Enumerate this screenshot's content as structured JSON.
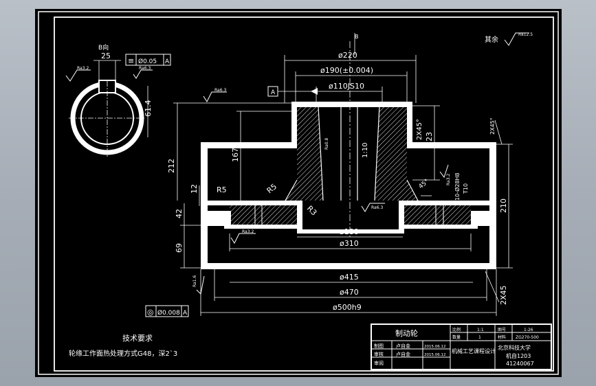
{
  "view_label": "B向",
  "section_arrow": "B",
  "remainder_label": "其余",
  "roughness": {
    "general": "Ra12.5",
    "keyway_left": "Ra3.2",
    "keyway_right": "Ra6.3",
    "bore_top": "Ra6.3",
    "bore_inner": "Ra0.8",
    "flange_step": "Ra6.3",
    "bottom_left": "Ra3.2",
    "right_face": "Ra3.2",
    "bottom_face": "Ra1.6"
  },
  "datum": "A",
  "tolerances": {
    "symmetry": {
      "symbol": "≡",
      "value": "Ø0.05",
      "datum": "A"
    },
    "runout": {
      "symbol": "◎",
      "value": "Ø0.008",
      "datum": "A"
    }
  },
  "dimensions": {
    "keyway_width": "25",
    "keyway_depth": "61.4",
    "d220": "ø220",
    "d190": "ø190(±0.004)",
    "d110": "ø110JS10",
    "d180": "ø180",
    "d310": "ø310",
    "d415": "ø415",
    "d470": "ø470",
    "d500": "ø500h9",
    "h212": "212",
    "h167": "167",
    "h12": "12",
    "h42": "42",
    "h69": "69",
    "h23": "23",
    "h210": "210",
    "r5_left": "R5",
    "r5_mid": "R5",
    "r3": "R3",
    "taper": "1:10",
    "chamfer_top": "2X45°",
    "chamfer_right_top": "2X45°",
    "chamfer_right_bottom": "2X45",
    "angle45": "45°",
    "hole_note": "10-Ø28H8",
    "t10": "T10"
  },
  "tech_requirements": {
    "heading": "技术要求",
    "line1": "轮缘工作面热处理方式G48，深2`3"
  },
  "title_block": {
    "part_name": "制动轮",
    "scale_label": "比例",
    "scale_value": "1:1",
    "sheet_label": "图号",
    "sheet_value": "1-26",
    "quantity_label": "数量",
    "quantity_value": "1",
    "material_label": "材料",
    "material_value": "ZG270-500",
    "designer_role": "制图",
    "designer_name": "卢自金",
    "designer_date": "2015.06.12",
    "checker_role": "审核",
    "checker_name": "卢自金",
    "checker_date": "2015.06.12",
    "approver_role": "审阅",
    "course": "机械工艺课程设计",
    "school": "北京科技大学",
    "class_name": "机自1203",
    "student_id": "41240067"
  }
}
